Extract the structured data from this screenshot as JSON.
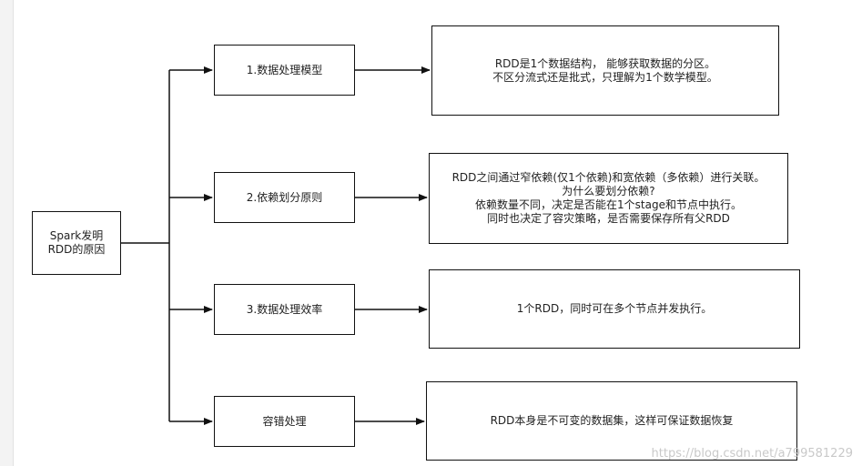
{
  "root": {
    "lines": [
      "Spark发明",
      "RDD的原因"
    ]
  },
  "reasons": [
    {
      "label": "1.数据处理模型",
      "detail": [
        "RDD是1个数据结构， 能够获取数据的分区。",
        "不区分流式还是批式，只理解为1个数学模型。"
      ]
    },
    {
      "label": "2.依赖划分原则",
      "detail": [
        "RDD之间通过窄依赖(仅1个依赖)和宽依赖（多依赖）进行关联。",
        "为什么要划分依赖?",
        "依赖数量不同，决定是否能在1个stage和节点中执行。",
        "同时也决定了容灾策略，是否需要保存所有父RDD"
      ]
    },
    {
      "label": "3.数据处理效率",
      "detail": [
        "1个RDD，同时可在多个节点并发执行。"
      ]
    },
    {
      "label": "容错处理",
      "detail": [
        "RDD本身是不可变的数据集，这样可保证数据恢复"
      ]
    }
  ],
  "watermark": "https://blog.csdn.net/a799581229"
}
